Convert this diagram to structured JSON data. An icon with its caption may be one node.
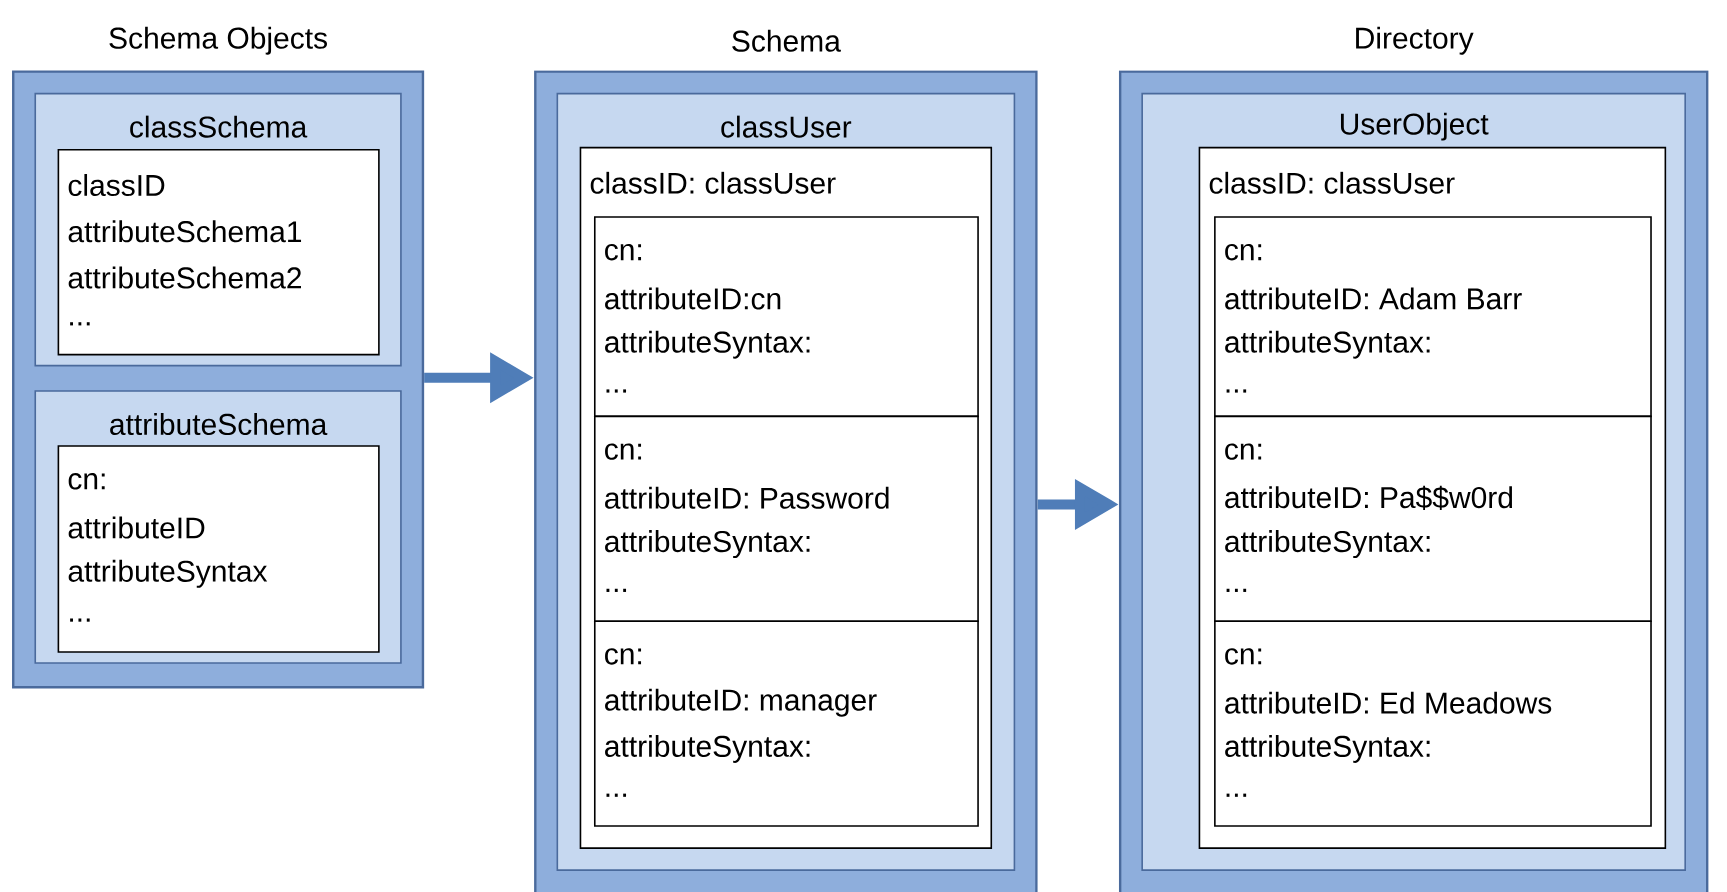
{
  "diagram": {
    "nodes": [
      {
        "text": [
          "Schema Objects"
        ]
      },
      {
        "text": [
          "classSchema"
        ],
        "in": 0
      },
      {
        "text": [
          "classID",
          "attributeSchema1",
          "attributeSchema2",
          "..."
        ],
        "in": 1
      },
      {
        "text": [
          "attributeSchema"
        ],
        "in": 0
      },
      {
        "text": [
          "cn:",
          "attributeID",
          "attributeSyntax",
          "..."
        ],
        "in": 3
      },
      {
        "text": [
          "Schema"
        ]
      },
      {
        "text": [
          "classUser"
        ],
        "in": 5
      },
      {
        "text": [
          "classID: classUser"
        ],
        "in": 6
      },
      {
        "text": [
          "cn:",
          "attributeID:cn",
          "attributeSyntax:",
          "..."
        ],
        "in": 7
      },
      {
        "text": [
          "cn:",
          "attributeID: Password",
          "attributeSyntax:",
          "..."
        ],
        "in": 7
      },
      {
        "text": [
          "cn:",
          "attributeID: manager",
          "attributeSyntax:",
          "..."
        ],
        "in": 7
      },
      {
        "text": [
          "Directory"
        ]
      },
      {
        "text": [
          "UserObject"
        ],
        "in": 11
      },
      {
        "text": [
          "classID: classUser"
        ],
        "in": 12
      },
      {
        "text": [
          "cn:",
          "attributeID: Adam Barr",
          "attributeSyntax:",
          "..."
        ],
        "in": 13
      },
      {
        "text": [
          "cn:",
          "attributeID: Pa$$w0rd",
          "attributeSyntax:",
          "..."
        ],
        "in": 13
      },
      {
        "text": [
          "cn:",
          "attributeID: Ed Meadows",
          "attributeSyntax:",
          "..."
        ],
        "in": 13
      }
    ],
    "edges": [
      {
        "from": 0,
        "to": 5,
        "arrow": "to"
      },
      {
        "from": 5,
        "to": 11,
        "arrow": "to"
      }
    ]
  }
}
